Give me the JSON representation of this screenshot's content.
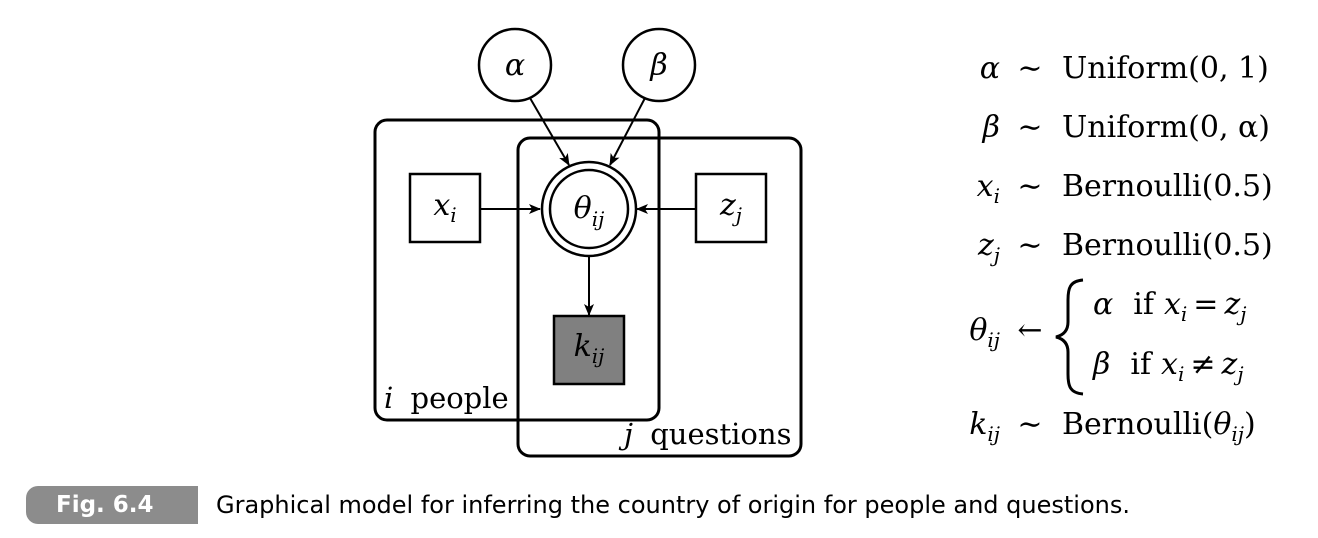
{
  "diagram": {
    "nodes": {
      "alpha": {
        "symbol": "α",
        "shape": "circle"
      },
      "beta": {
        "symbol": "β",
        "shape": "circle"
      },
      "theta": {
        "symbol": "θ",
        "subscript": "ij",
        "shape": "double-circle"
      },
      "x": {
        "symbol": "x",
        "subscript": "i",
        "shape": "square"
      },
      "z": {
        "symbol": "z",
        "subscript": "j",
        "shape": "square"
      },
      "k": {
        "symbol": "k",
        "subscript": "ij",
        "shape": "shaded-square"
      }
    },
    "edges": [
      [
        "alpha",
        "theta"
      ],
      [
        "beta",
        "theta"
      ],
      [
        "x",
        "theta"
      ],
      [
        "z",
        "theta"
      ],
      [
        "theta",
        "k"
      ]
    ],
    "plates": {
      "people": {
        "index": "i",
        "label": "people"
      },
      "questions": {
        "index": "j",
        "label": "questions"
      }
    }
  },
  "equations": {
    "alpha": {
      "lhs": "α",
      "lhs_sub": "",
      "op": "∼",
      "rhs": "Uniform(0, 1)"
    },
    "beta": {
      "lhs": "β",
      "lhs_sub": "",
      "op": "∼",
      "rhs": "Uniform(0, α)"
    },
    "x": {
      "lhs": "x",
      "lhs_sub": "i",
      "op": "∼",
      "rhs": "Bernoulli(0.5)"
    },
    "z": {
      "lhs": "z",
      "lhs_sub": "j",
      "op": "∼",
      "rhs": "Bernoulli(0.5)"
    },
    "theta": {
      "lhs": "θ",
      "lhs_sub": "ij",
      "op": "←",
      "case1_value": "α",
      "case1_cond_if": "if",
      "case1_cond": "x",
      "case1_cond_sub": "i",
      "case1_rel": "=",
      "case1_cond2": "z",
      "case1_cond2_sub": "j",
      "case2_value": "β",
      "case2_cond_if": "if",
      "case2_cond": "x",
      "case2_cond_sub": "i",
      "case2_rel": "≠",
      "case2_cond2": "z",
      "case2_cond2_sub": "j"
    },
    "k": {
      "lhs": "k",
      "lhs_sub": "ij",
      "op": "∼",
      "rhs_pre": "Bernoulli(",
      "rhs_sym": "θ",
      "rhs_sub": "ij",
      "rhs_post": ")"
    }
  },
  "caption": {
    "label": "Fig. 6.4",
    "text": "Graphical model for inferring the country of origin for people and questions."
  }
}
